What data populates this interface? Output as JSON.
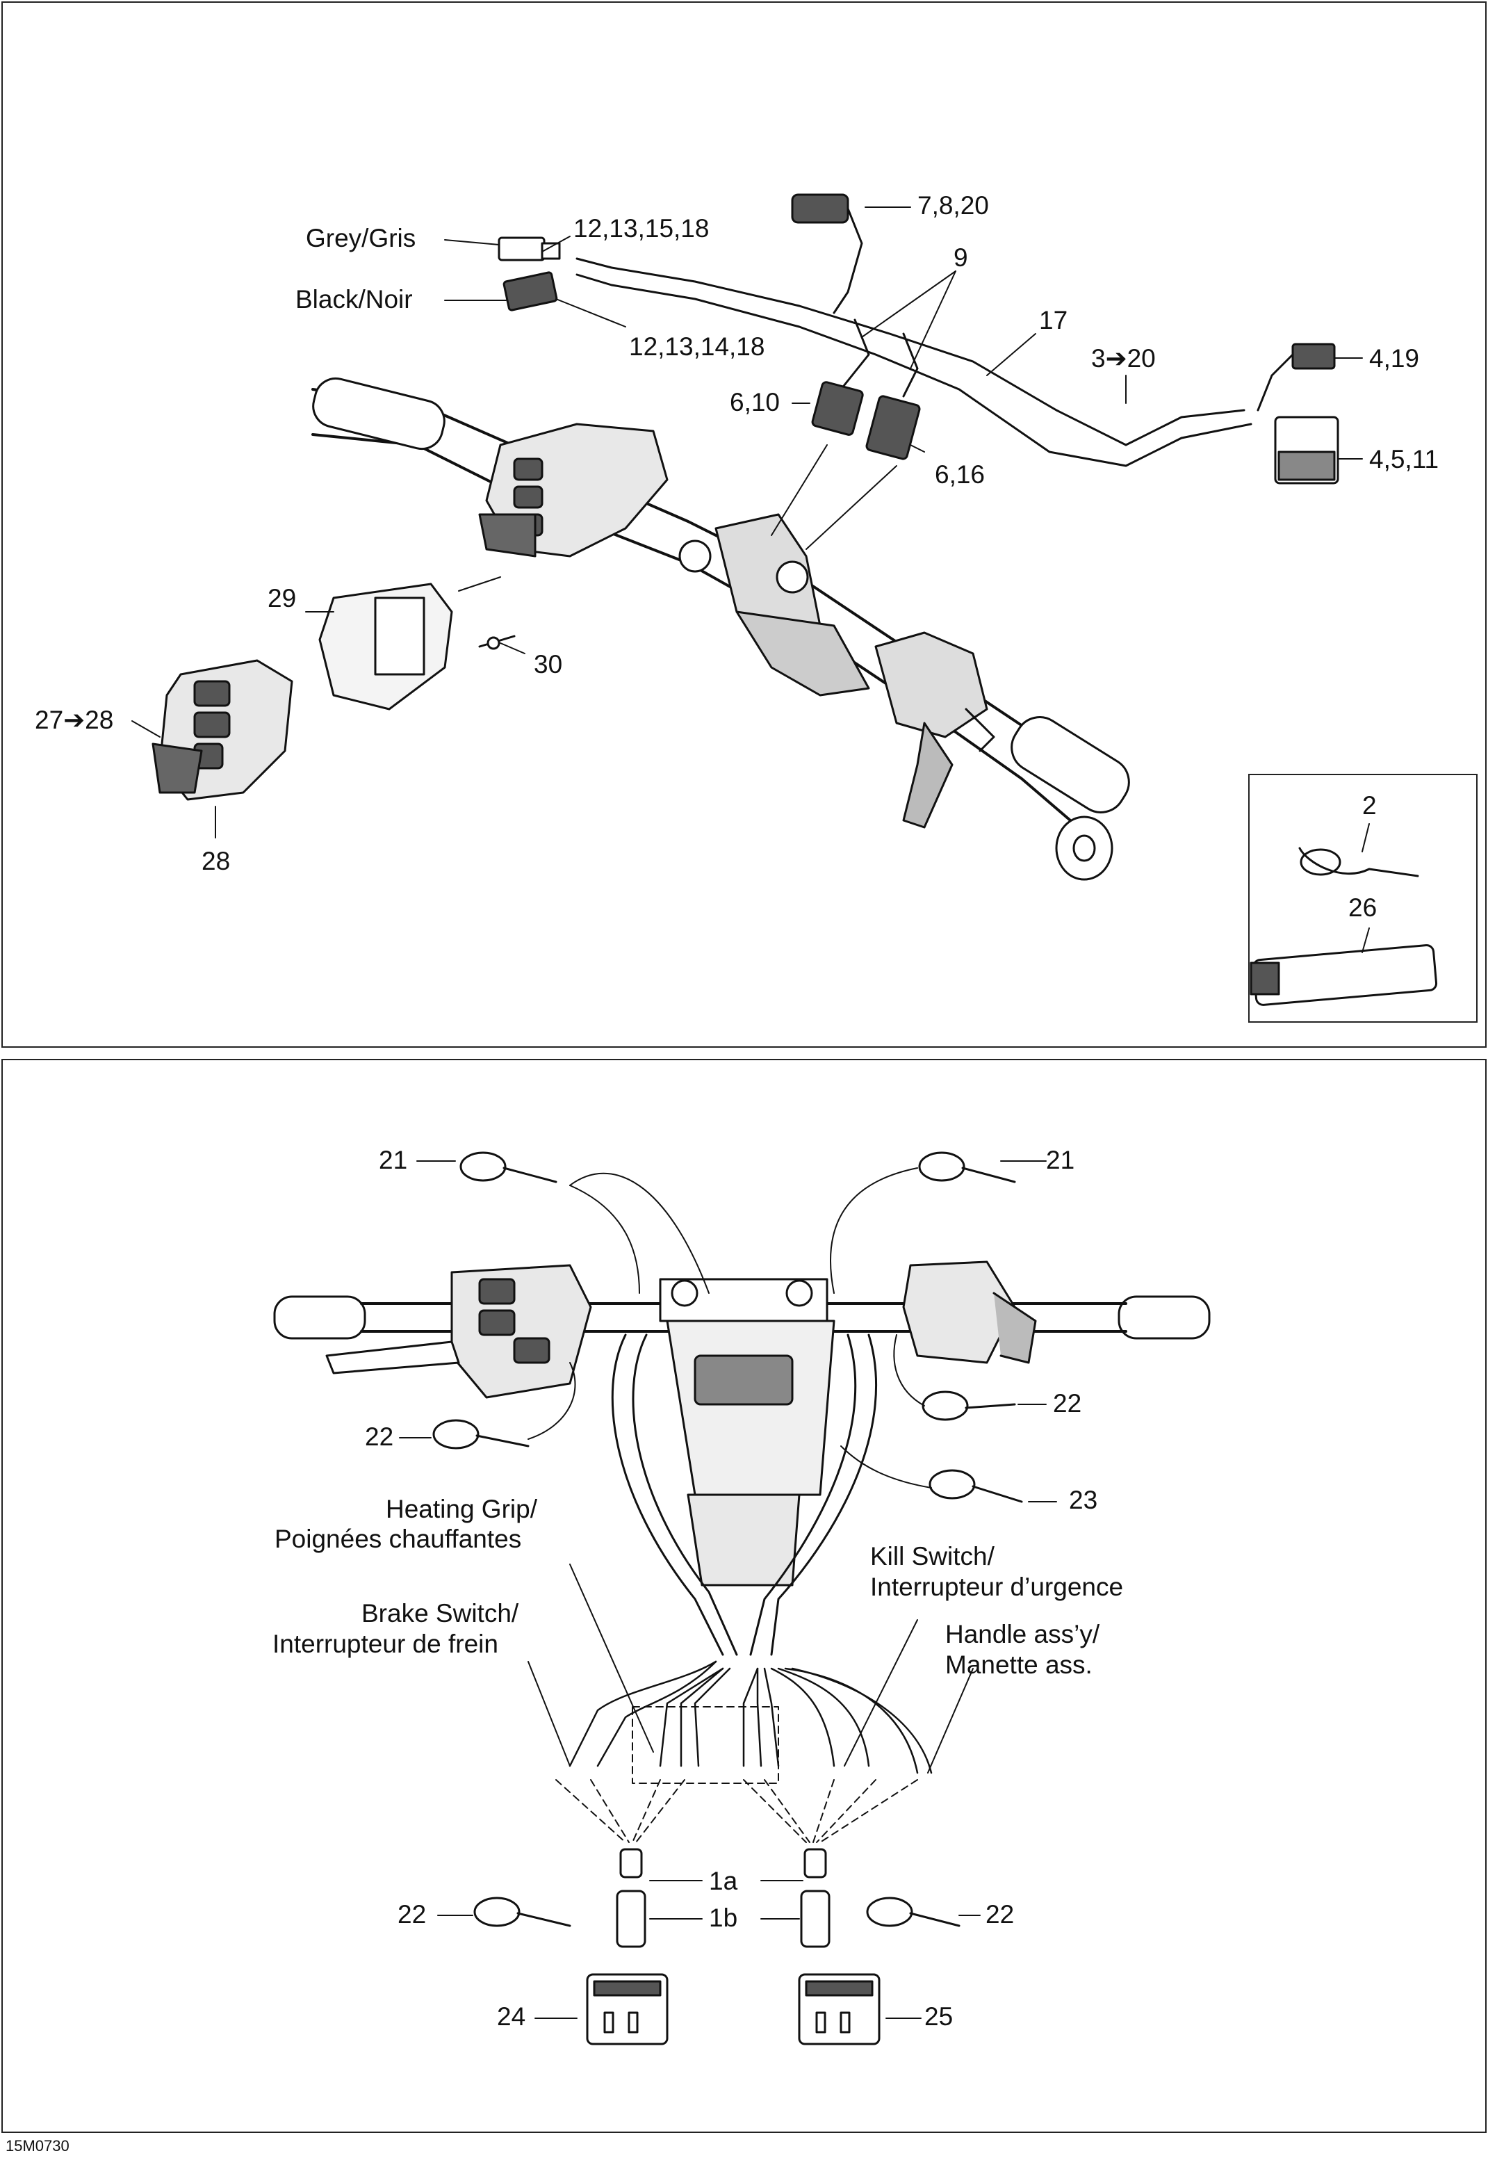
{
  "figure_ref": "15M0730",
  "top_panel": {
    "labels": {
      "l_7_8_20": "7,8,20",
      "l_12_13_15_18": "12,13,15,18",
      "grey": "Grey/Gris",
      "black": "Black/Noir",
      "l_9": "9",
      "l_17": "17",
      "l_12_13_14_18": "12,13,14,18",
      "l_3_20": "3➔20",
      "l_4_19": "4,19",
      "l_6_10": "6,10",
      "l_4_5_11": "4,5,11",
      "l_6_16": "6,16",
      "l_29": "29",
      "l_30": "30",
      "l_27_28": "27➔28",
      "l_28": "28"
    },
    "inset": {
      "l_2": "2",
      "l_26": "26"
    }
  },
  "bottom_panel": {
    "labels": {
      "l_21_left": "21",
      "l_21_right": "21",
      "l_22_right_top": "22",
      "l_22_left_mid": "22",
      "l_23": "23",
      "heating_1": "Heating Grip/",
      "heating_2": "Poignées chauffantes",
      "kill_1": "Kill Switch/",
      "kill_2": "Interrupteur d’urgence",
      "brake_1": "Brake Switch/",
      "brake_2": "Interrupteur de frein",
      "handle_1": "Handle ass’y/",
      "handle_2": "Manette ass.",
      "l_1a": "1a",
      "l_1b": "1b",
      "l_22_bl": "22",
      "l_22_br": "22",
      "l_24": "24",
      "l_25": "25"
    }
  }
}
